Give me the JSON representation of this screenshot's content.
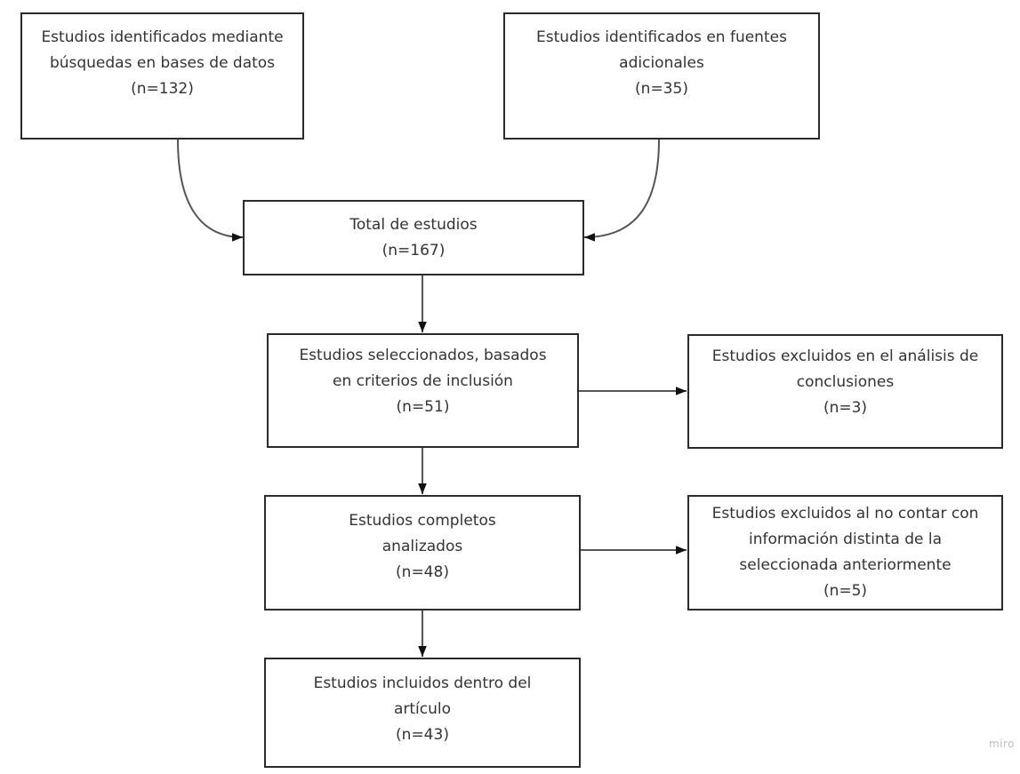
{
  "diagram": {
    "type": "flowchart",
    "nodes": [
      {
        "id": "identified-db",
        "lines": [
          "Estudios identificados mediante",
          "búsquedas en bases de datos",
          "(n=132)"
        ]
      },
      {
        "id": "identified-additional",
        "lines": [
          "Estudios identificados en fuentes",
          "adicionales",
          "(n=35)"
        ]
      },
      {
        "id": "total",
        "lines": [
          "Total de estudios",
          "(n=167)"
        ]
      },
      {
        "id": "selected",
        "lines": [
          "Estudios seleccionados, basados",
          "en criterios de inclusión",
          "(n=51)"
        ]
      },
      {
        "id": "excluded-conclusions",
        "lines": [
          "Estudios excluidos en el análisis de",
          "conclusiones",
          "(n=3)"
        ]
      },
      {
        "id": "full-analyzed",
        "lines": [
          "Estudios completos",
          "analizados",
          "(n=48)"
        ]
      },
      {
        "id": "excluded-no-info",
        "lines": [
          "Estudios excluidos al no contar con",
          "información distinta de la",
          "seleccionada anteriormente",
          "(n=5)"
        ]
      },
      {
        "id": "included",
        "lines": [
          "Estudios incluidos dentro del",
          "artículo",
          "(n=43)"
        ]
      }
    ],
    "edges": [
      {
        "from": "identified-db",
        "to": "total"
      },
      {
        "from": "identified-additional",
        "to": "total"
      },
      {
        "from": "total",
        "to": "selected"
      },
      {
        "from": "selected",
        "to": "excluded-conclusions"
      },
      {
        "from": "selected",
        "to": "full-analyzed"
      },
      {
        "from": "full-analyzed",
        "to": "excluded-no-info"
      },
      {
        "from": "full-analyzed",
        "to": "included"
      }
    ]
  },
  "watermark": "miro"
}
